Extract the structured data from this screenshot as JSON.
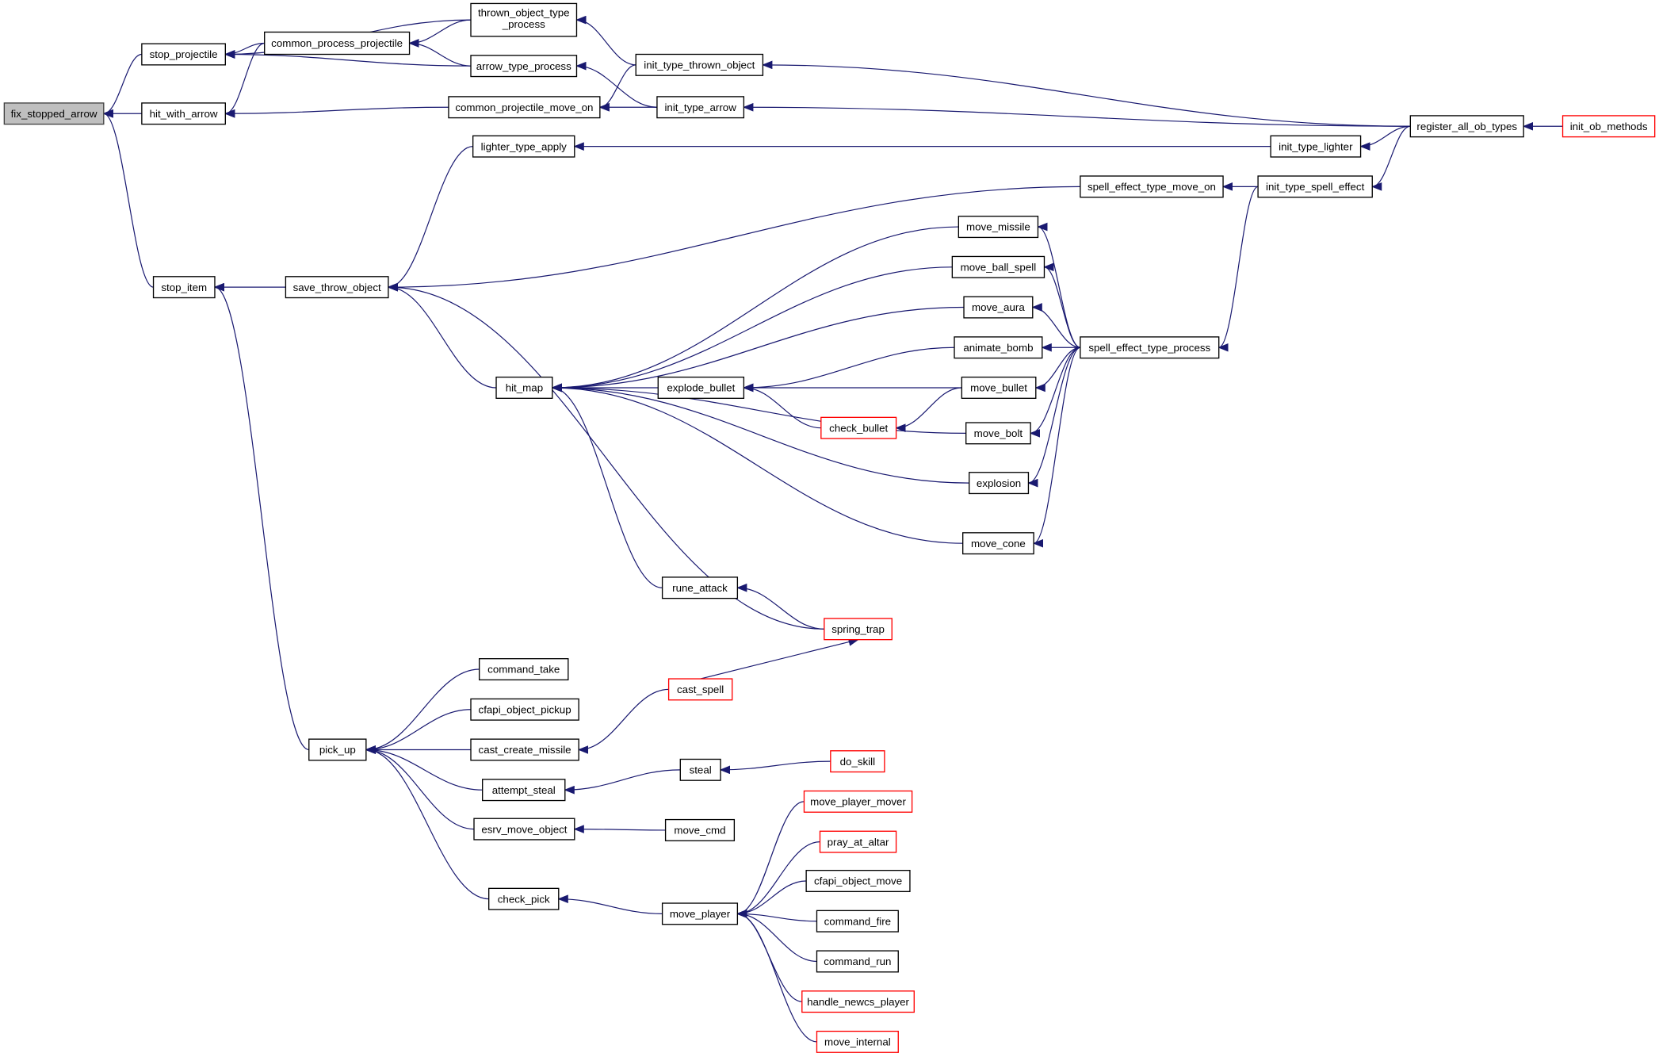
{
  "graph": {
    "colors": {
      "edge": "#191970",
      "root_fill": "#bfbfbf",
      "truncated_border": "#ff0000",
      "node_border": "#000000"
    },
    "nodes": [
      {
        "id": "fix_stopped_arrow",
        "label": "fix_stopped_arrow",
        "root": true
      },
      {
        "id": "stop_projectile",
        "label": "stop_projectile"
      },
      {
        "id": "hit_with_arrow",
        "label": "hit_with_arrow"
      },
      {
        "id": "stop_item",
        "label": "stop_item"
      },
      {
        "id": "common_process_projectile",
        "label": "common_process_projectile"
      },
      {
        "id": "thrown_object_type_process",
        "label": "thrown_object_type",
        "label2": "_process"
      },
      {
        "id": "arrow_type_process",
        "label": "arrow_type_process"
      },
      {
        "id": "common_projectile_move_on",
        "label": "common_projectile_move_on"
      },
      {
        "id": "init_type_thrown_object",
        "label": "init_type_thrown_object"
      },
      {
        "id": "init_type_arrow",
        "label": "init_type_arrow"
      },
      {
        "id": "register_all_ob_types",
        "label": "register_all_ob_types"
      },
      {
        "id": "init_ob_methods",
        "label": "init_ob_methods",
        "truncated": true
      },
      {
        "id": "lighter_type_apply",
        "label": "lighter_type_apply"
      },
      {
        "id": "init_type_lighter",
        "label": "init_type_lighter"
      },
      {
        "id": "spell_effect_type_move_on",
        "label": "spell_effect_type_move_on"
      },
      {
        "id": "init_type_spell_effect",
        "label": "init_type_spell_effect"
      },
      {
        "id": "save_throw_object",
        "label": "save_throw_object"
      },
      {
        "id": "move_missile",
        "label": "move_missile"
      },
      {
        "id": "move_ball_spell",
        "label": "move_ball_spell"
      },
      {
        "id": "move_aura",
        "label": "move_aura"
      },
      {
        "id": "animate_bomb",
        "label": "animate_bomb"
      },
      {
        "id": "spell_effect_type_process",
        "label": "spell_effect_type_process"
      },
      {
        "id": "hit_map",
        "label": "hit_map"
      },
      {
        "id": "explode_bullet",
        "label": "explode_bullet"
      },
      {
        "id": "move_bullet",
        "label": "move_bullet"
      },
      {
        "id": "check_bullet",
        "label": "check_bullet",
        "truncated": true
      },
      {
        "id": "move_bolt",
        "label": "move_bolt"
      },
      {
        "id": "explosion",
        "label": "explosion"
      },
      {
        "id": "move_cone",
        "label": "move_cone"
      },
      {
        "id": "rune_attack",
        "label": "rune_attack"
      },
      {
        "id": "spring_trap",
        "label": "spring_trap",
        "truncated": true
      },
      {
        "id": "command_take",
        "label": "command_take"
      },
      {
        "id": "cfapi_object_pickup",
        "label": "cfapi_object_pickup"
      },
      {
        "id": "cast_spell",
        "label": "cast_spell",
        "truncated": true
      },
      {
        "id": "cast_create_missile",
        "label": "cast_create_missile"
      },
      {
        "id": "pick_up",
        "label": "pick_up"
      },
      {
        "id": "attempt_steal",
        "label": "attempt_steal"
      },
      {
        "id": "steal",
        "label": "steal"
      },
      {
        "id": "do_skill",
        "label": "do_skill",
        "truncated": true
      },
      {
        "id": "esrv_move_object",
        "label": "esrv_move_object"
      },
      {
        "id": "move_cmd",
        "label": "move_cmd"
      },
      {
        "id": "move_player_mover",
        "label": "move_player_mover",
        "truncated": true
      },
      {
        "id": "pray_at_altar",
        "label": "pray_at_altar",
        "truncated": true
      },
      {
        "id": "cfapi_object_move",
        "label": "cfapi_object_move"
      },
      {
        "id": "check_pick",
        "label": "check_pick"
      },
      {
        "id": "move_player",
        "label": "move_player"
      },
      {
        "id": "command_fire",
        "label": "command_fire"
      },
      {
        "id": "command_run",
        "label": "command_run"
      },
      {
        "id": "handle_newcs_player",
        "label": "handle_newcs_player",
        "truncated": true
      },
      {
        "id": "move_internal",
        "label": "move_internal",
        "truncated": true
      }
    ],
    "edges": [
      [
        "stop_projectile",
        "fix_stopped_arrow"
      ],
      [
        "hit_with_arrow",
        "fix_stopped_arrow"
      ],
      [
        "stop_item",
        "fix_stopped_arrow"
      ],
      [
        "common_process_projectile",
        "stop_projectile"
      ],
      [
        "thrown_object_type_process",
        "stop_projectile"
      ],
      [
        "arrow_type_process",
        "stop_projectile"
      ],
      [
        "common_process_projectile",
        "hit_with_arrow"
      ],
      [
        "common_projectile_move_on",
        "hit_with_arrow"
      ],
      [
        "thrown_object_type_process",
        "common_process_projectile"
      ],
      [
        "arrow_type_process",
        "common_process_projectile"
      ],
      [
        "init_type_thrown_object",
        "thrown_object_type_process"
      ],
      [
        "init_type_arrow",
        "arrow_type_process"
      ],
      [
        "init_type_thrown_object",
        "common_projectile_move_on"
      ],
      [
        "init_type_arrow",
        "common_projectile_move_on"
      ],
      [
        "register_all_ob_types",
        "init_type_thrown_object"
      ],
      [
        "register_all_ob_types",
        "init_type_arrow"
      ],
      [
        "register_all_ob_types",
        "init_type_lighter"
      ],
      [
        "register_all_ob_types",
        "init_type_spell_effect"
      ],
      [
        "init_ob_methods",
        "register_all_ob_types"
      ],
      [
        "init_type_lighter",
        "lighter_type_apply"
      ],
      [
        "init_type_spell_effect",
        "spell_effect_type_move_on"
      ],
      [
        "init_type_spell_effect",
        "spell_effect_type_process"
      ],
      [
        "save_throw_object",
        "stop_item"
      ],
      [
        "lighter_type_apply",
        "save_throw_object"
      ],
      [
        "spell_effect_type_move_on",
        "save_throw_object"
      ],
      [
        "hit_map",
        "save_throw_object"
      ],
      [
        "spring_trap",
        "save_throw_object"
      ],
      [
        "move_missile",
        "hit_map"
      ],
      [
        "move_ball_spell",
        "hit_map"
      ],
      [
        "move_aura",
        "hit_map"
      ],
      [
        "explode_bullet",
        "hit_map"
      ],
      [
        "move_bolt",
        "hit_map"
      ],
      [
        "explosion",
        "hit_map"
      ],
      [
        "move_cone",
        "hit_map"
      ],
      [
        "rune_attack",
        "hit_map"
      ],
      [
        "animate_bomb",
        "explode_bullet"
      ],
      [
        "move_bullet",
        "explode_bullet"
      ],
      [
        "check_bullet",
        "explode_bullet"
      ],
      [
        "move_bullet",
        "check_bullet"
      ],
      [
        "spell_effect_type_process",
        "move_missile"
      ],
      [
        "spell_effect_type_process",
        "move_ball_spell"
      ],
      [
        "spell_effect_type_process",
        "move_aura"
      ],
      [
        "spell_effect_type_process",
        "animate_bomb"
      ],
      [
        "spell_effect_type_process",
        "move_bullet"
      ],
      [
        "spell_effect_type_process",
        "move_bolt"
      ],
      [
        "spell_effect_type_process",
        "explosion"
      ],
      [
        "spell_effect_type_process",
        "move_cone"
      ],
      [
        "spring_trap",
        "rune_attack"
      ],
      [
        "cast_spell",
        "spring_trap"
      ],
      [
        "pick_up",
        "stop_item"
      ],
      [
        "command_take",
        "pick_up"
      ],
      [
        "cfapi_object_pickup",
        "pick_up"
      ],
      [
        "cast_create_missile",
        "pick_up"
      ],
      [
        "attempt_steal",
        "pick_up"
      ],
      [
        "esrv_move_object",
        "pick_up"
      ],
      [
        "check_pick",
        "pick_up"
      ],
      [
        "cast_spell",
        "cast_create_missile"
      ],
      [
        "steal",
        "attempt_steal"
      ],
      [
        "do_skill",
        "steal"
      ],
      [
        "move_cmd",
        "esrv_move_object"
      ],
      [
        "move_player",
        "check_pick"
      ],
      [
        "move_player_mover",
        "move_player"
      ],
      [
        "pray_at_altar",
        "move_player"
      ],
      [
        "cfapi_object_move",
        "move_player"
      ],
      [
        "command_fire",
        "move_player"
      ],
      [
        "command_run",
        "move_player"
      ],
      [
        "handle_newcs_player",
        "move_player"
      ],
      [
        "move_internal",
        "move_player"
      ]
    ]
  }
}
